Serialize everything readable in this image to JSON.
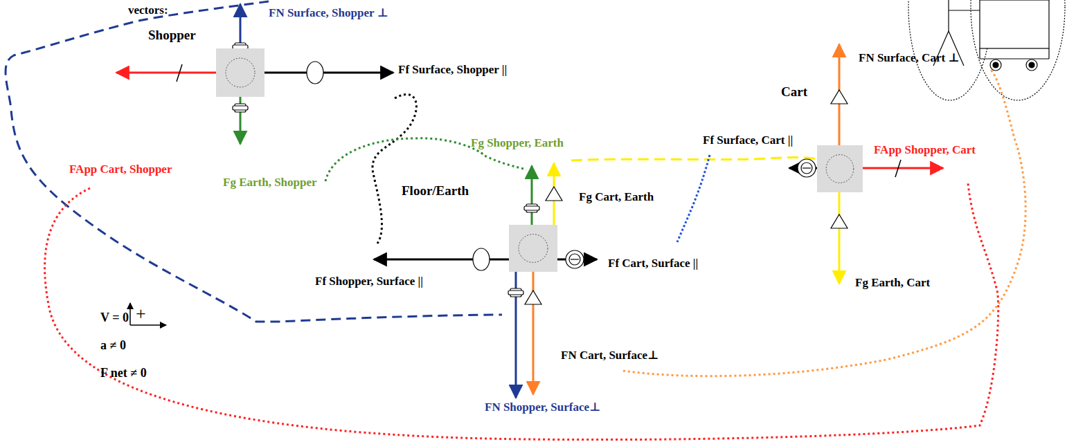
{
  "diagram": {
    "nodes": [
      {
        "text": [
          "Shopper"
        ]
      },
      {
        "text": [
          "Floor/Earth"
        ]
      },
      {
        "text": [
          "Cart"
        ]
      }
    ],
    "labels": [
      "vectors:",
      "FN Surface, Shopper ⊥",
      "Ff Surface, Shopper ||",
      "FApp Cart, Shopper",
      "Fg Earth, Shopper",
      "Fg Shopper, Earth",
      "Fg Cart, Earth",
      "Ff Surface, Cart ||",
      "FApp Shopper, Cart",
      "FN Surface, Cart ⊥",
      "Fg Earth, Cart",
      "Ff Shopper, Surface ||",
      "Ff Cart, Surface ||",
      "FN Cart, Surface⊥",
      "FN Shopper, Surface⊥",
      "V = 0",
      "a ≠ 0",
      "F net ≠ 0",
      "+"
    ]
  }
}
